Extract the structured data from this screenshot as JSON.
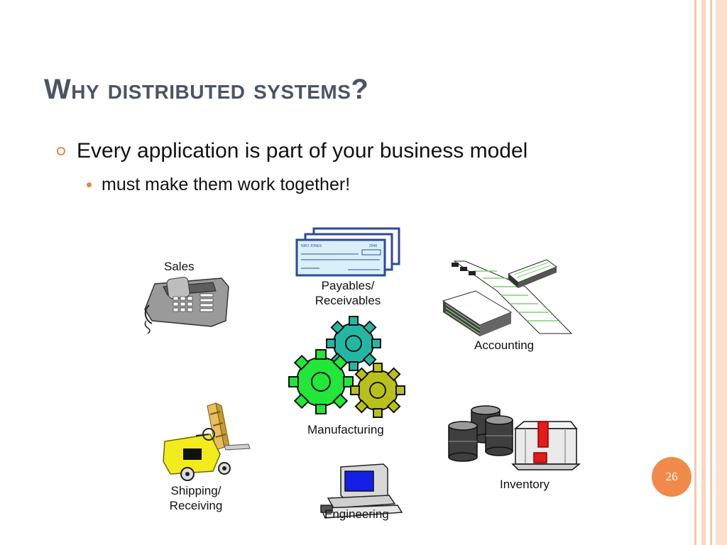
{
  "slide": {
    "title": "Why distributed systems?",
    "bullet_level1": "Every application is part of your business model",
    "bullet_level2": "must make them work together!",
    "page_number": "26"
  },
  "labels": {
    "sales": "Sales",
    "payables_line1": "Payables/",
    "payables_line2": "Receivables",
    "accounting": "Accounting",
    "manufacturing": "Manufacturing",
    "shipping_line1": "Shipping/",
    "shipping_line2": "Receiving",
    "inventory": "Inventory",
    "engineering": "Engineering"
  },
  "check_text": {
    "payee": "NRO JONES",
    "number": "2046"
  },
  "colors": {
    "accent": "#f08a4b",
    "title": "#4b5463",
    "frame": "#f6c7ad"
  },
  "icons": [
    "telephone-icon",
    "checks-icon",
    "paper-stacks-icon",
    "gears-icon",
    "forklift-icon",
    "database-icon",
    "boxes-icon",
    "computer-icon"
  ]
}
